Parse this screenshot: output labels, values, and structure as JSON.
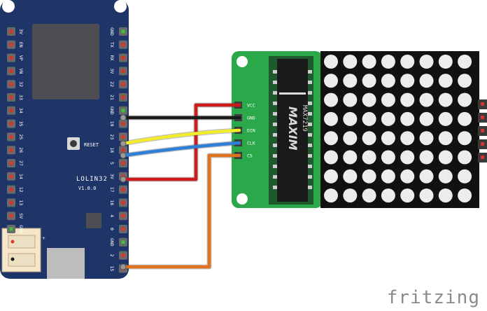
{
  "board": {
    "name": "LOLIN32",
    "version": "V1.0.0",
    "reset_label": "RESET",
    "left_pins": [
      "3V",
      "EN",
      "VP",
      "VN",
      "32",
      "33",
      "34",
      "35",
      "25",
      "26",
      "27",
      "14",
      "12",
      "13",
      "SV",
      "GND"
    ],
    "right_pins": [
      "GND",
      "TX",
      "RX",
      "3V",
      "22",
      "21",
      "GND",
      "19",
      "23",
      "18",
      "5",
      "3V",
      "17",
      "16",
      "4",
      "0",
      "GND",
      "2",
      "15"
    ]
  },
  "module": {
    "chip_brand": "MAXIM",
    "chip_part": "MAX7219",
    "pins": [
      "VCC",
      "GND",
      "DIN",
      "CLK",
      "CS"
    ],
    "matrix_rows": 8,
    "matrix_cols": 8
  },
  "wires": [
    {
      "from": "3V",
      "to": "VCC",
      "color": "#cc1b1b"
    },
    {
      "from": "GND",
      "to": "GND",
      "color": "#1a1a1a"
    },
    {
      "from": "23",
      "to": "DIN",
      "color": "#f2ec2a"
    },
    {
      "from": "18",
      "to": "CLK",
      "color": "#2f7fd6"
    },
    {
      "from": "15",
      "to": "CS",
      "color": "#e0721f"
    }
  ],
  "colors": {
    "board": "#1f3567",
    "module_pcb": "#2aa84a",
    "matrix": "#111111",
    "led": "#ececec",
    "chip": "#1a1a1a"
  },
  "footer": {
    "brand": "fritzing"
  }
}
